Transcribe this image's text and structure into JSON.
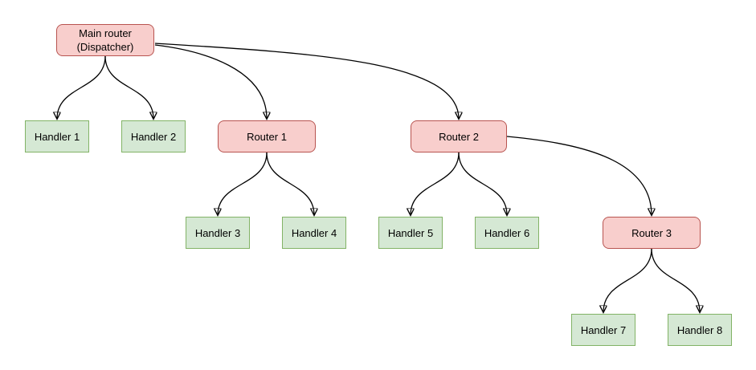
{
  "diagram": {
    "type": "flowchart-tree",
    "nodes": {
      "main": {
        "label": "Main router",
        "sublabel": "(Dispatcher)",
        "kind": "router"
      },
      "h1": {
        "label": "Handler 1",
        "kind": "handler"
      },
      "h2": {
        "label": "Handler 2",
        "kind": "handler"
      },
      "r1": {
        "label": "Router 1",
        "kind": "router"
      },
      "r2": {
        "label": "Router 2",
        "kind": "router"
      },
      "h3": {
        "label": "Handler 3",
        "kind": "handler"
      },
      "h4": {
        "label": "Handler 4",
        "kind": "handler"
      },
      "h5": {
        "label": "Handler 5",
        "kind": "handler"
      },
      "h6": {
        "label": "Handler 6",
        "kind": "handler"
      },
      "r3": {
        "label": "Router 3",
        "kind": "router"
      },
      "h7": {
        "label": "Handler 7",
        "kind": "handler"
      },
      "h8": {
        "label": "Handler 8",
        "kind": "handler"
      }
    },
    "edges": [
      {
        "from": "Main router (Dispatcher)",
        "to": "Handler 1"
      },
      {
        "from": "Main router (Dispatcher)",
        "to": "Handler 2"
      },
      {
        "from": "Main router (Dispatcher)",
        "to": "Router 1"
      },
      {
        "from": "Main router (Dispatcher)",
        "to": "Router 2"
      },
      {
        "from": "Router 1",
        "to": "Handler 3"
      },
      {
        "from": "Router 1",
        "to": "Handler 4"
      },
      {
        "from": "Router 2",
        "to": "Handler 5"
      },
      {
        "from": "Router 2",
        "to": "Handler 6"
      },
      {
        "from": "Router 2",
        "to": "Router 3"
      },
      {
        "from": "Router 3",
        "to": "Handler 7"
      },
      {
        "from": "Router 3",
        "to": "Handler 8"
      }
    ],
    "colors": {
      "router_fill": "#f8cecc",
      "router_border": "#b85450",
      "handler_fill": "#d5e8d4",
      "handler_border": "#82b366",
      "edge": "#000000",
      "background": "#ffffff"
    }
  }
}
